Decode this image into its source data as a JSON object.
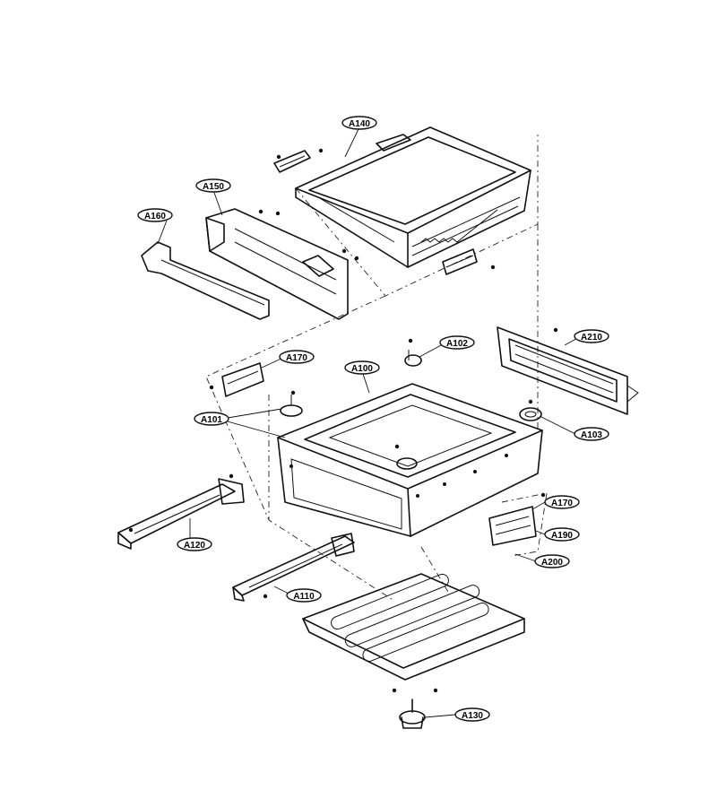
{
  "labels": {
    "A140": "A140",
    "A150": "A150",
    "A160": "A160",
    "A170_top": "A170",
    "A100": "A100",
    "A102": "A102",
    "A210": "A210",
    "A101": "A101",
    "A103": "A103",
    "A170_bottom": "A170",
    "A190": "A190",
    "A200": "A200",
    "A120": "A120",
    "A110": "A110",
    "A130": "A130"
  }
}
